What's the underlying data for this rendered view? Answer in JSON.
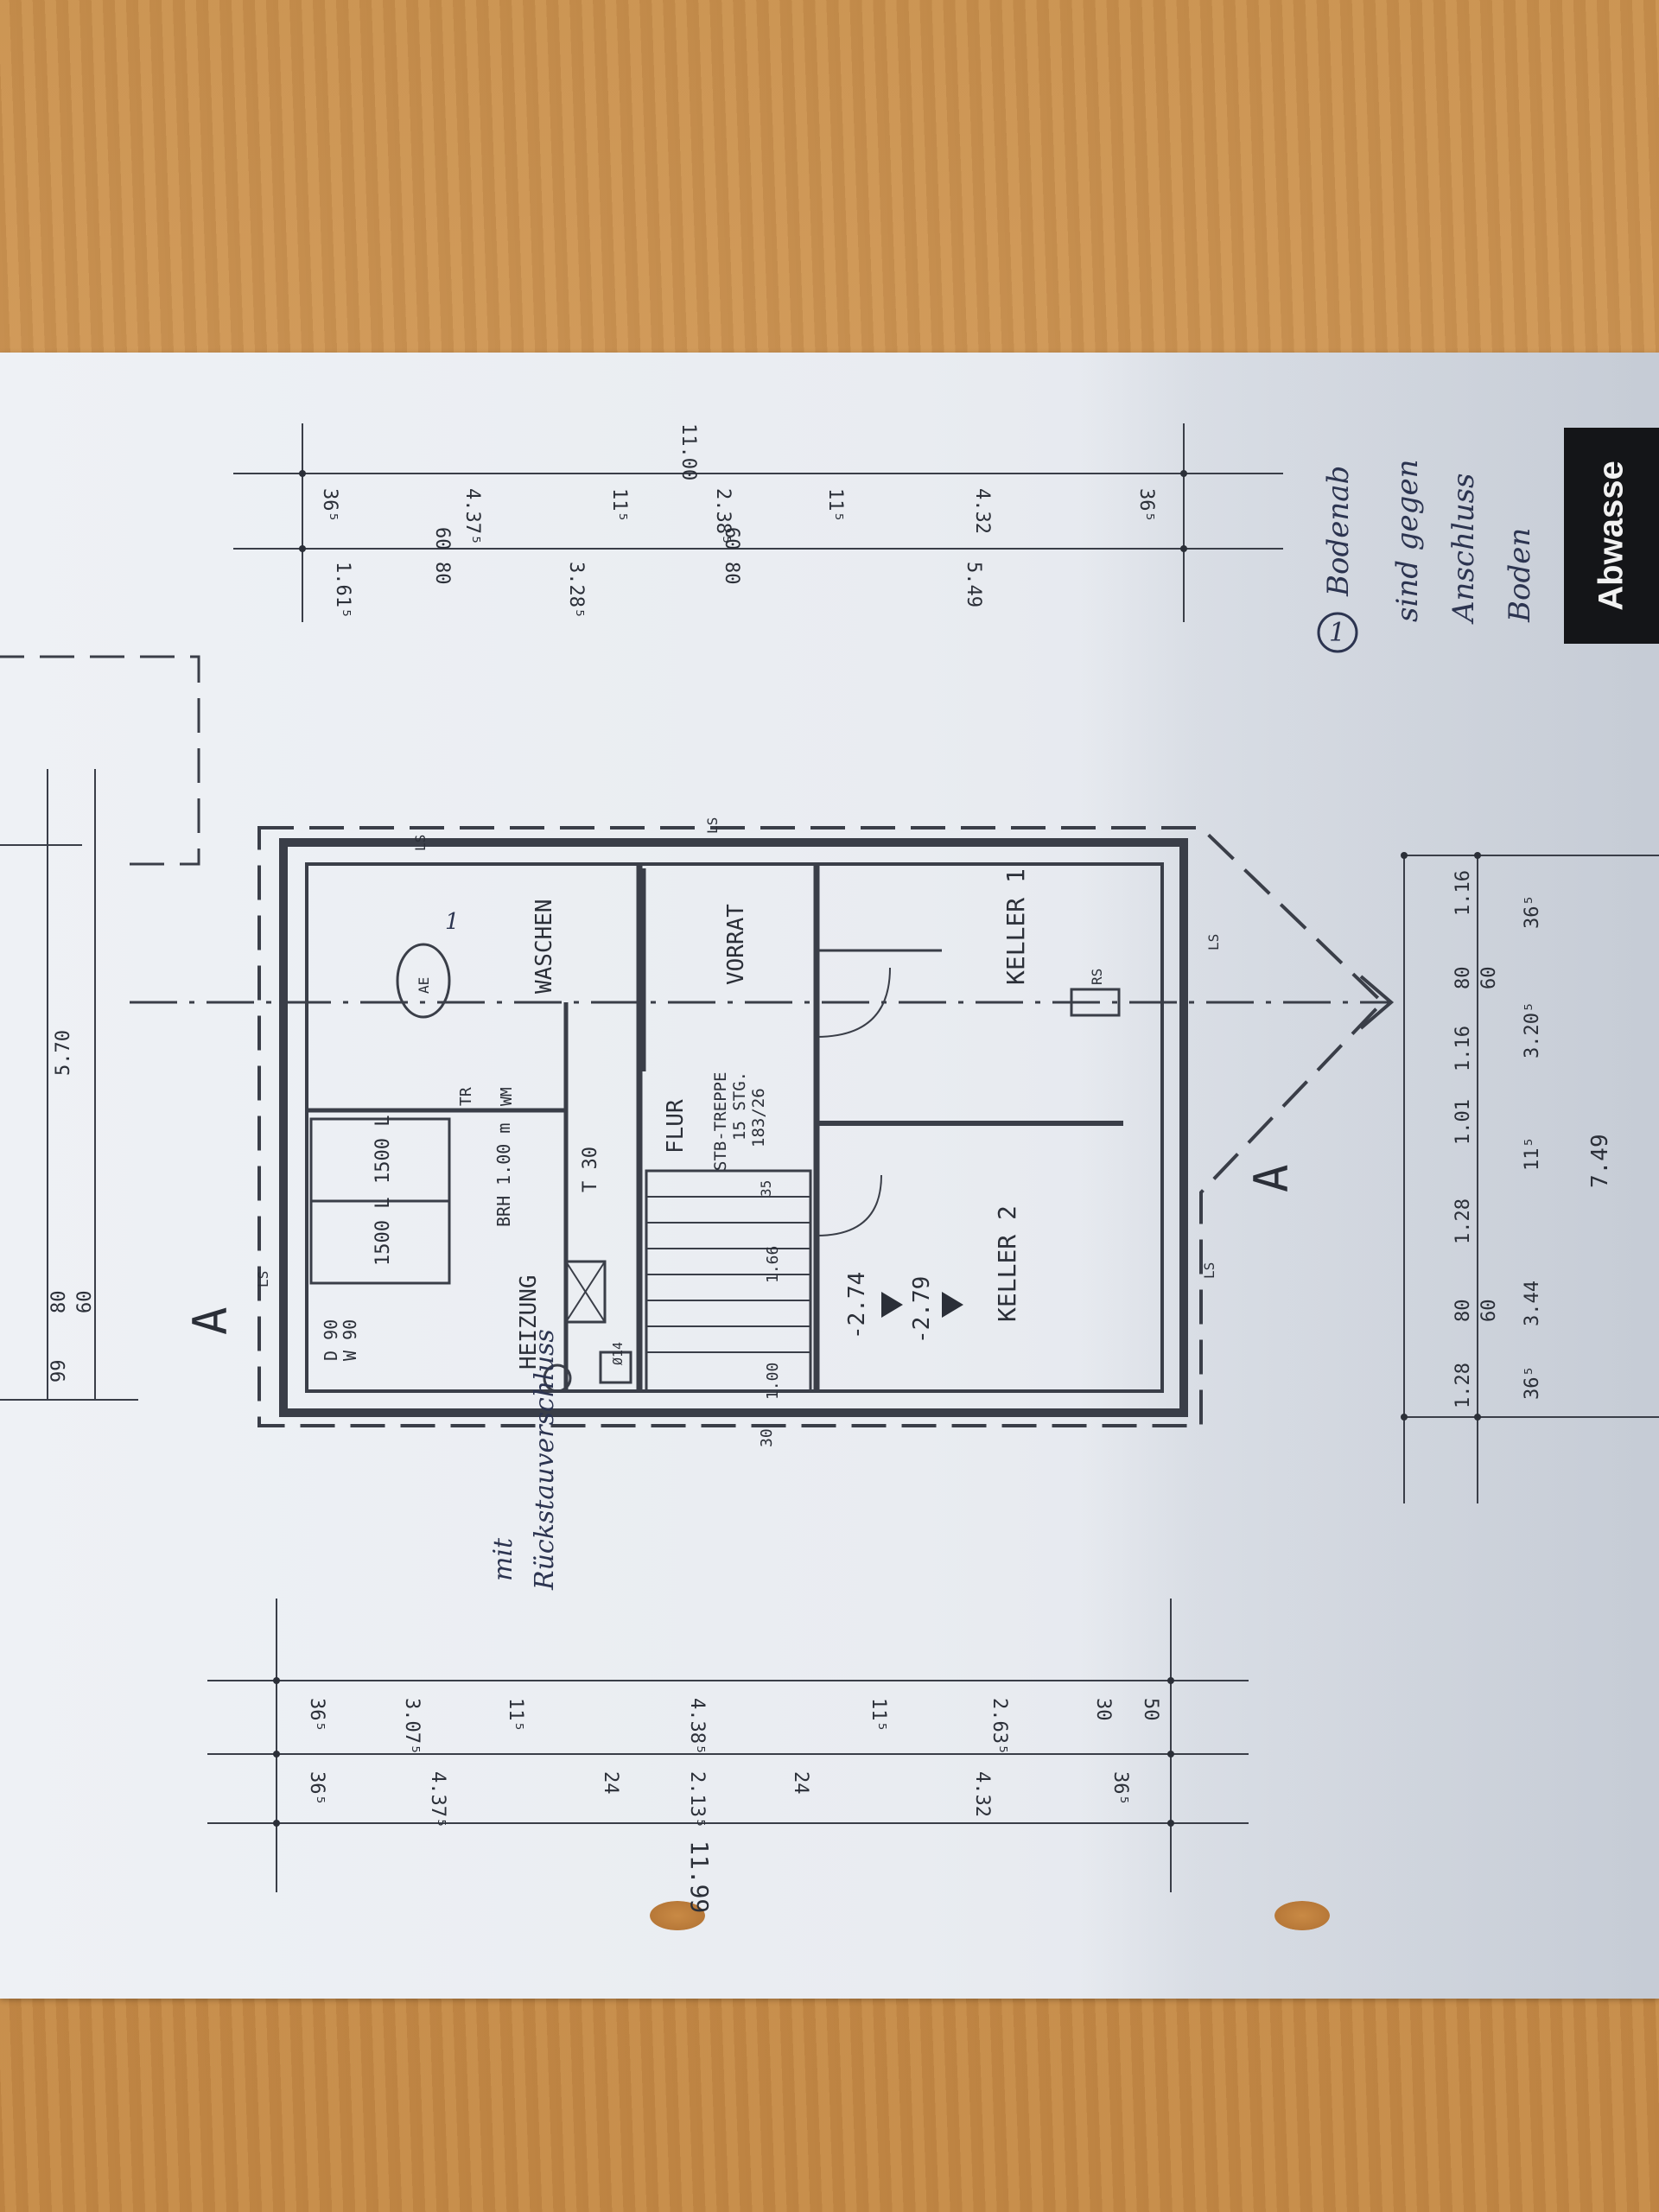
{
  "rooms": {
    "heizung": "HEIZUNG",
    "waschen": "WASCHEN",
    "flur": "FLUR",
    "vorrat": "VORRAT",
    "keller1": "KELLER 1",
    "keller2": "KELLER 2"
  },
  "stair_label": [
    "STB-TREPPE",
    "15 STG.",
    "183/26"
  ],
  "tanks": [
    "1500 L",
    "1500 L"
  ],
  "brh": "BRH 1.00 m",
  "t30": "T 30",
  "window_dw": [
    "D 90",
    "W 90"
  ],
  "wm": "WM",
  "tr": "TR",
  "rs": "RS",
  "ls": "LS",
  "ae": "AE",
  "ae_note": "1",
  "d14": "Ø14",
  "levels": [
    "-2.74",
    "-2.79"
  ],
  "section_marker": "A",
  "stair_dims": {
    "a": "1.00",
    "b": "1.66",
    "c": "30",
    "d": "35"
  },
  "top_dims": {
    "d1": "99",
    "d2": "80",
    "d3": "60",
    "total": "5.70"
  },
  "left_dims": {
    "row1": [
      "36⁵",
      "3.07⁵",
      "11⁵",
      "4.38⁵",
      "11⁵",
      "2.63⁵",
      "30",
      "50"
    ],
    "row2": [
      "36⁵",
      "4.37⁵",
      "24",
      "2.13⁵",
      "24",
      "4.32",
      "36⁵"
    ],
    "total": "11.99"
  },
  "right_dims": {
    "row1": [
      "36⁵",
      "4.37⁵",
      "11⁵",
      "2.38⁵",
      "11⁵",
      "4.32",
      "36⁵"
    ],
    "row2": [
      "1.61⁵",
      "80",
      "60",
      "3.28⁵",
      "80",
      "60",
      "5.49"
    ],
    "cut": "11.00"
  },
  "bottom_dims": {
    "row1": [
      "1.28",
      "80",
      "60",
      "1.28",
      "1.01",
      "1.16",
      "80",
      "60",
      "1.16"
    ],
    "row2": [
      "36⁵",
      "3.44",
      "11⁵",
      "3.20⁵",
      "36⁵"
    ],
    "total": "7.49"
  },
  "handwriting": {
    "left_note": [
      "mit",
      "Rückstauverschluss"
    ],
    "right_note": [
      "Bodenab",
      "sind gegen",
      "Anschluss",
      "Boden"
    ],
    "right_note_num": "1"
  },
  "badge": "Abwasse"
}
